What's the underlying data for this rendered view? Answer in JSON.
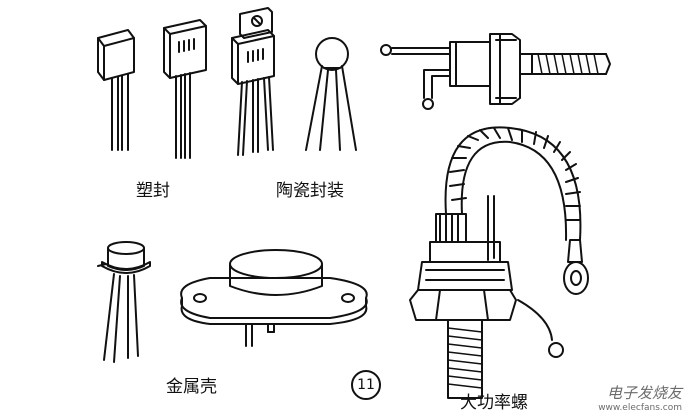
{
  "labels": {
    "plastic": "塑封",
    "ceramic": "陶瓷封装",
    "metal": "金属壳",
    "power": "大功率螺",
    "figure_number": "11"
  },
  "watermark": {
    "brand": "电子发烧友",
    "url": "www.elecfans.com"
  },
  "colors": {
    "ink": "#111111",
    "paper": "#ffffff"
  }
}
